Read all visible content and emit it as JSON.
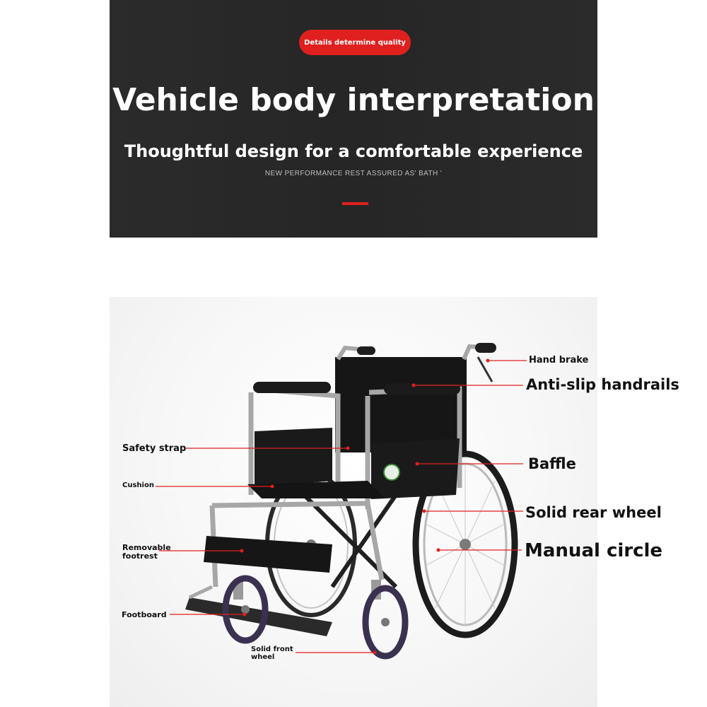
{
  "header": {
    "badge": "Details determine quality",
    "title": "Vehicle body interpretation",
    "subtitle": "Thoughtful design for a comfortable experience",
    "tagline": "NEW PERFORMANCE REST ASSURED AS' BATH '"
  },
  "callouts": {
    "hand_brake": "Hand brake",
    "anti_slip": "Anti-slip handrails",
    "safety_strap": "Safety strap",
    "baffle": "Baffle",
    "cushion": "Cushion",
    "rear_wheel": "Solid rear wheel",
    "manual_circle": "Manual circle",
    "footrest_line1": "Removable",
    "footrest_line2": "footrest",
    "footboard": "Footboard",
    "front_wheel_line1": "Solid front",
    "front_wheel_line2": "wheel"
  },
  "colors": {
    "accent": "#e0201f",
    "banner": "#272727",
    "frame": "#a7a7a7",
    "fabric": "#1a1a1a"
  }
}
